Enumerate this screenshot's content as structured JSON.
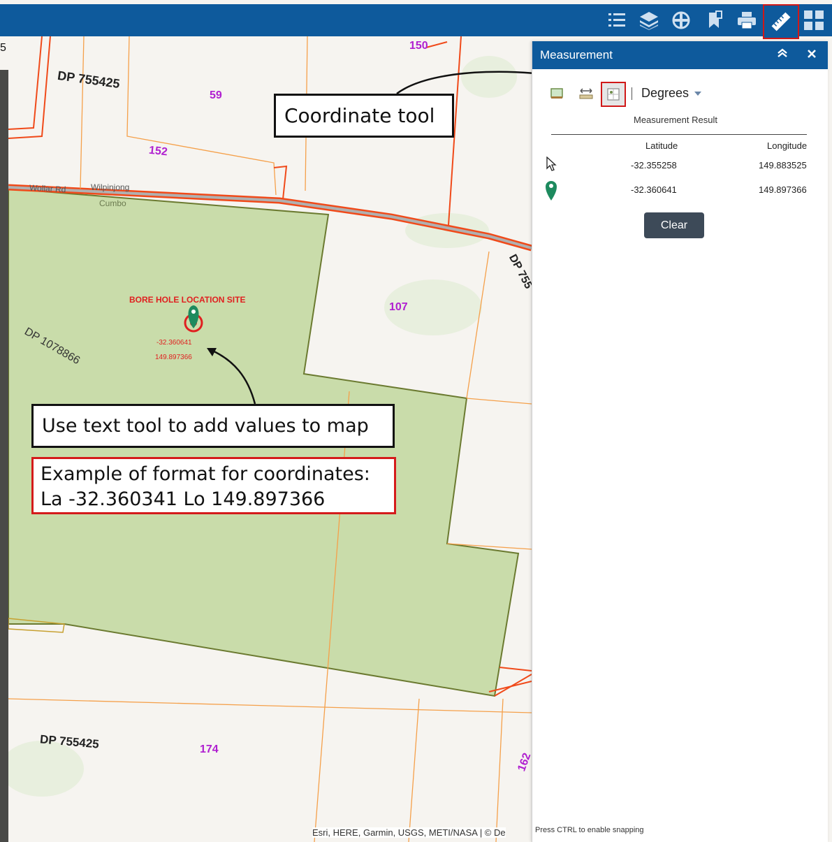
{
  "toolbar": {
    "icons": [
      "list-icon",
      "layers-icon",
      "basemap-icon",
      "bookmark-icon",
      "print-icon",
      "ruler-icon",
      "app-grid-icon"
    ],
    "accent": "#0e5a9c",
    "active_border": "#d01818"
  },
  "map": {
    "dp_labels": [
      "DP 755425",
      "DP 1078866",
      "DP 755425",
      "DP 755"
    ],
    "lot_labels": [
      "150",
      "59",
      "152",
      "107",
      "174",
      "162"
    ],
    "road_labels": [
      "Wollar Rd",
      "Wilpinjong",
      "Cumbo"
    ],
    "site_title": "BORE HOLE LOCATION SITE",
    "site_lat": "-32.360641",
    "site_lon": "149.897366",
    "left_edge_text": "5",
    "attribution": "Esri, HERE, Garmin, USGS, METI/NASA | © De",
    "parcel_fill": "#c9dcaa",
    "boundary_color": "#f04a1a",
    "lot_line_color": "#f5a04a"
  },
  "annotations": {
    "coordinate_tool": "Coordinate tool",
    "text_tool": "Use text tool to add values to map",
    "format_line1": "Example of format for coordinates:",
    "format_line2": "La -32.360341 Lo 149.897366"
  },
  "panel": {
    "title": "Measurement",
    "collapse_icon": "double-chevron-up-icon",
    "close_icon": "close-icon",
    "tools": [
      "area-tool-icon",
      "distance-tool-icon",
      "coordinate-tool-icon"
    ],
    "unit": "Degrees",
    "result_label": "Measurement Result",
    "col_latitude": "Latitude",
    "col_longitude": "Longitude",
    "rows": [
      {
        "icon": "cursor-icon",
        "lat": "-32.355258",
        "lon": "149.883525"
      },
      {
        "icon": "map-pin-icon",
        "lat": "-32.360641",
        "lon": "149.897366"
      }
    ],
    "clear_label": "Clear",
    "snapping_hint": "Press CTRL to enable snapping"
  }
}
